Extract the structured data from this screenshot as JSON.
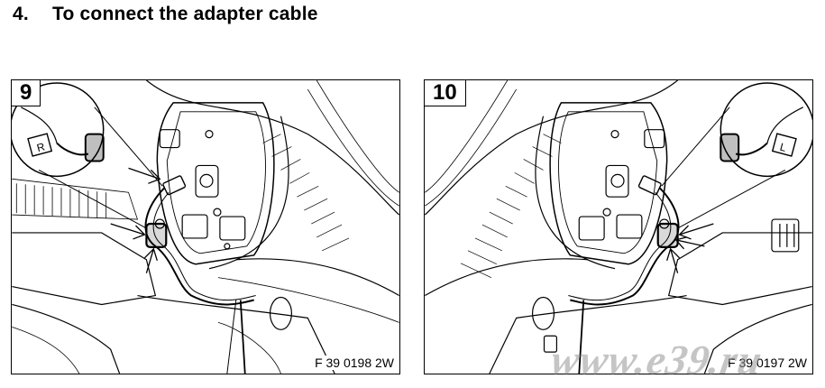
{
  "heading": {
    "number": "4.",
    "title": "To connect the adapter cable"
  },
  "figures": [
    {
      "number": "9",
      "code": "F 39 0198 2W",
      "tag": "R"
    },
    {
      "number": "10",
      "code": "F 39 0197 2W",
      "tag": "L"
    }
  ],
  "watermark": {
    "text": "www.e39.ru"
  },
  "colors": {
    "ink": "#000000",
    "paper": "#ffffff",
    "watermark": "#969696"
  }
}
